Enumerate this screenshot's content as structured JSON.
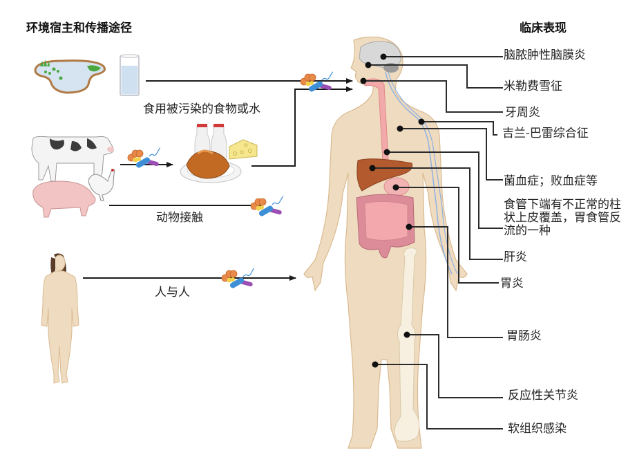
{
  "headers": {
    "left": "环境宿主和传播途径",
    "right": "临床表现"
  },
  "transmission_routes": [
    {
      "id": "food-water",
      "label": "食用被污染的食物或水"
    },
    {
      "id": "animal-contact",
      "label": "动物接触"
    },
    {
      "id": "person-to-person",
      "label": "人与人"
    }
  ],
  "sources": {
    "environment": [
      "pond-icon",
      "water-glass-icon"
    ],
    "animals": [
      "cow-icon",
      "chicken-icon",
      "pig-icon"
    ],
    "foods": [
      "milk-bottles-icon",
      "roast-chicken-icon",
      "cheese-icon"
    ],
    "human": [
      "person-icon"
    ],
    "pathogen": "bacteria-cluster-icon"
  },
  "clinical_manifestations": [
    {
      "site": "brain",
      "label": "脑脓肿性脑膜炎"
    },
    {
      "site": "eye",
      "label": "米勒费雪征"
    },
    {
      "site": "mouth",
      "label": "牙周炎"
    },
    {
      "site": "nerve",
      "label": "吉兰-巴雷综合征"
    },
    {
      "site": "chest",
      "label": "菌血症；败血症等"
    },
    {
      "site": "esophagus",
      "label": "食管下端有不正常的柱状上皮覆盖，胃食管反流的一种"
    },
    {
      "site": "liver",
      "label": "肝炎"
    },
    {
      "site": "stomach",
      "label": "胃炎"
    },
    {
      "site": "intestine",
      "label": "胃肠炎"
    },
    {
      "site": "knee",
      "label": "反应性关节炎"
    },
    {
      "site": "leg",
      "label": "软组织感染"
    }
  ],
  "colors": {
    "skin": "#efdcc0",
    "skin_outline": "#d9b98f",
    "liver": "#b35a2e",
    "intestine": "#dc8c99",
    "esophagus": "#f2a9a9",
    "nerve": "#8fb0e0",
    "bone": "#f7f0e0",
    "line": "#2b2b2b",
    "bacteria_orange": "#e88a4a",
    "bacteria_blue": "#3f8fd6",
    "bacteria_purple": "#9b4fb5"
  }
}
